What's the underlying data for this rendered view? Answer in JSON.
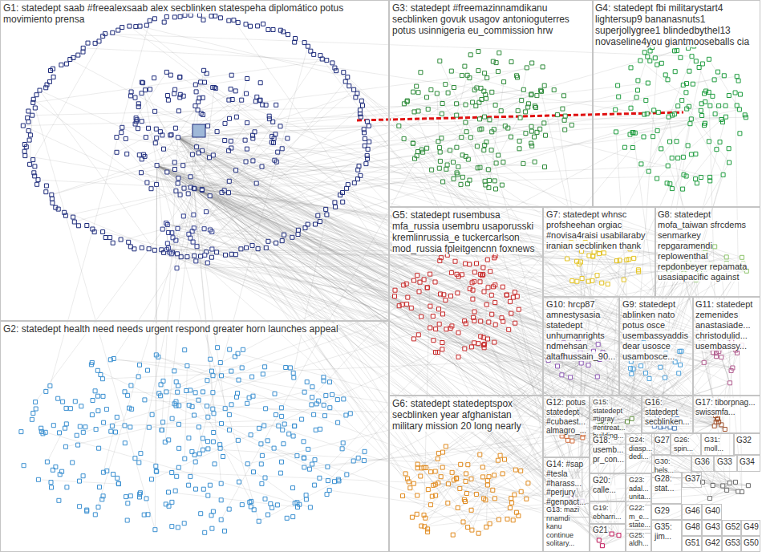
{
  "diagram": {
    "nodes": [
      {
        "text": [
          "G1: statedept saab #freealexsaab alex secblinken statespeha diplomático potus movimiento prensa"
        ]
      },
      {
        "text": [
          "G2: statedept health need needs urgent respond greater horn launches appeal"
        ]
      },
      {
        "text": [
          "G3: statedept #freemazinnamdikanu secblinken govuk usagov antonioguterres potus usinnigeria eu_commission hrw"
        ]
      },
      {
        "text": [
          "G4: statedept fbi militarystart4 lightersup9 bananasnuts1 superjollygree1 blindedbythel13 novaseline4you giantmooseballs cia"
        ]
      },
      {
        "text": [
          "G5: statedept rusembusa mfa_russia usembru usaporusski kremlinrussia_e tuckercarlson mod_russia fpleitgencnn foxnews"
        ]
      },
      {
        "text": [
          "G6: statedept statedeptspox secblinken year afghanistan military mission 20 long nearly"
        ]
      },
      {
        "text": [
          "G7: statedept whnsc profsheehan orgiac #novisa4raisi usabilaraby iranian secblinken thank"
        ]
      },
      {
        "text": [
          "G8: statedept mofa_taiwan sfrcdems senmarkey repgaramendi replowenthal repdonbeyer repamata usasiapacific against"
        ]
      },
      {
        "text": [
          "G9: statedept ablinken nato potus osce usembassyaddis dear usosce usambosce..."
        ]
      },
      {
        "text": [
          "G10: hrcp87 amnestysasia statedept unhumanrights ndmehsan altafhussain_90..."
        ]
      },
      {
        "text": [
          "G11: statedept zemenides anastasiade... christodulid... usembassy..."
        ]
      },
      {
        "text": [
          "G12: potus statedept #cubaest... almagro_..."
        ]
      },
      {
        "text": [
          "G13: mazi nnamdi kanu continue solitary..."
        ]
      },
      {
        "text": [
          "G14: #sap #tesla #harass... #perjury #genpact..."
        ]
      },
      {
        "text": [
          "G15: statedept #tigray #eritreat... building..."
        ]
      },
      {
        "text": [
          "G16: statedept secblinken..."
        ]
      },
      {
        "text": [
          "G17: tiborpnag... swissmfa..."
        ]
      },
      {
        "text": [
          "G18: usemb... pr_con..."
        ]
      },
      {
        "text": [
          "G19: ebharri..."
        ]
      },
      {
        "text": [
          "G20: calle..."
        ]
      },
      {
        "text": [
          "G21"
        ]
      },
      {
        "text": [
          "G22: m_e... state..."
        ]
      },
      {
        "text": [
          "G23: adal... unita..."
        ]
      },
      {
        "text": [
          "G24: diasp... dedi..."
        ]
      },
      {
        "text": [
          "G25: aldh..."
        ]
      },
      {
        "text": [
          "G26: spin..."
        ]
      },
      {
        "text": [
          "G27"
        ]
      },
      {
        "text": [
          "G28: stat..."
        ]
      },
      {
        "text": [
          "G29"
        ]
      },
      {
        "text": [
          "G30: hels..."
        ]
      },
      {
        "text": [
          "G31: moll..."
        ]
      },
      {
        "text": [
          "G32"
        ]
      },
      {
        "text": [
          "G33"
        ]
      },
      {
        "text": [
          "G34"
        ]
      },
      {
        "text": [
          "G35: jim..."
        ]
      },
      {
        "text": [
          "G36"
        ]
      },
      {
        "text": [
          "G37"
        ]
      },
      {
        "text": [
          "G40"
        ]
      },
      {
        "text": [
          "G42"
        ]
      },
      {
        "text": [
          "G43"
        ]
      },
      {
        "text": [
          "G46"
        ]
      },
      {
        "text": [
          "G48"
        ]
      },
      {
        "text": [
          "G49"
        ]
      },
      {
        "text": [
          "G50"
        ]
      },
      {
        "text": [
          "G51"
        ]
      },
      {
        "text": [
          "G52"
        ]
      },
      {
        "text": [
          "G53"
        ]
      }
    ]
  }
}
